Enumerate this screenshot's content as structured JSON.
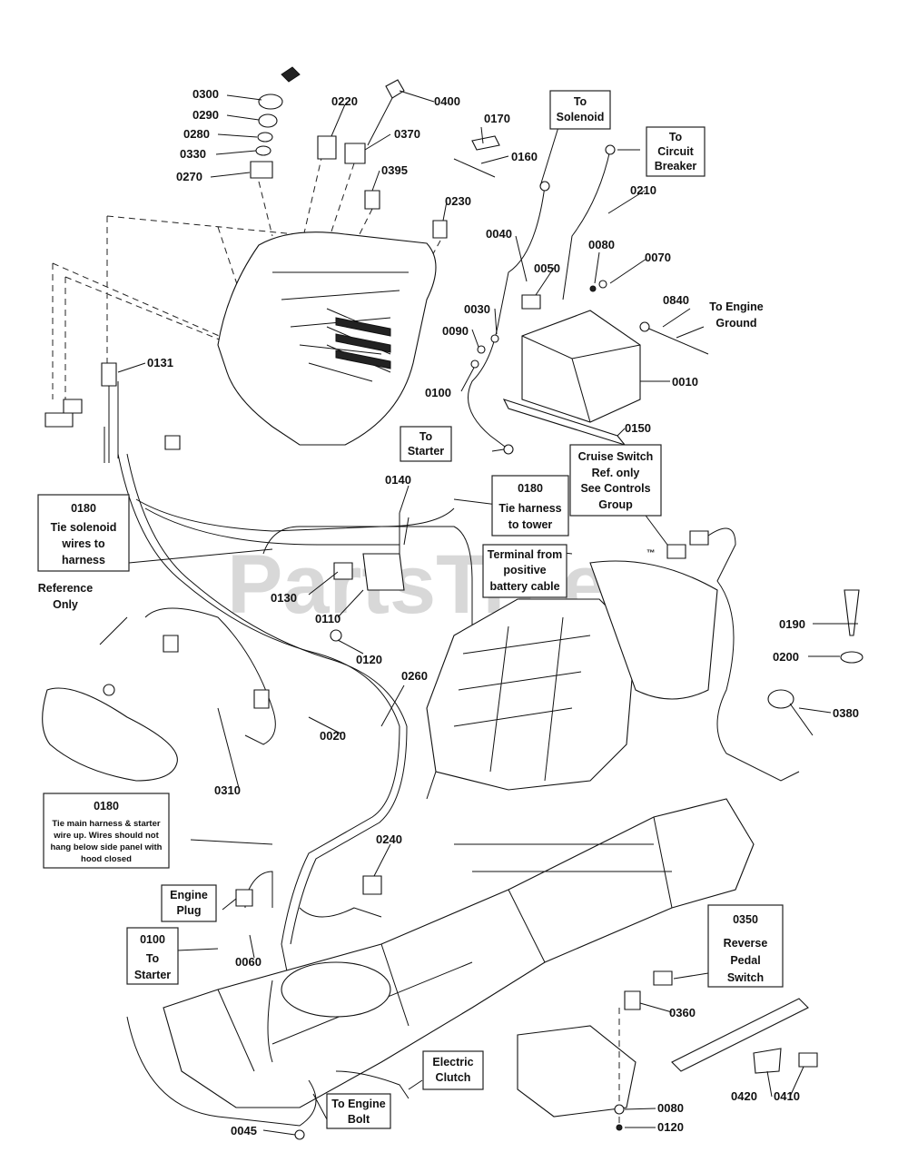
{
  "watermark": "PartsTree",
  "trademark": "™",
  "part_labels": {
    "p0300": "0300",
    "p0290": "0290",
    "p0280": "0280",
    "p0330": "0330",
    "p0270": "0270",
    "p0220": "0220",
    "p0400": "0400",
    "p0370": "0370",
    "p0395": "0395",
    "p0170": "0170",
    "p0160": "0160",
    "p0230": "0230",
    "p0040": "0040",
    "p0210": "0210",
    "p0050": "0050",
    "p0080a": "0080",
    "p0070": "0070",
    "p0030": "0030",
    "p0090": "0090",
    "p0840": "0840",
    "p0100a": "0100",
    "p0010": "0010",
    "p0150": "0150",
    "p0131": "0131",
    "p0140": "0140",
    "p0130": "0130",
    "p0110": "0110",
    "p0120a": "0120",
    "p0260": "0260",
    "p0020": "0020",
    "p0310": "0310",
    "p0190": "0190",
    "p0200": "0200",
    "p0380": "0380",
    "p0240": "0240",
    "p0060": "0060",
    "p0360": "0360",
    "p0420": "0420",
    "p0410": "0410",
    "p0080b": "0080",
    "p0120b": "0120",
    "p0045": "0045"
  },
  "callouts": {
    "to_solenoid": [
      "To",
      "Solenoid"
    ],
    "to_circuit_breaker": [
      "To",
      "Circuit",
      "Breaker"
    ],
    "to_engine_ground": [
      "To Engine",
      "Ground"
    ],
    "to_starter_top": [
      "To",
      "Starter"
    ],
    "tie_harness_tower": [
      "0180",
      "Tie harness",
      "to tower"
    ],
    "cruise_switch": [
      "Cruise Switch",
      "Ref. only",
      "See Controls",
      "Group"
    ],
    "tie_solenoid": [
      "0180",
      "Tie solenoid",
      "wires to",
      "harness"
    ],
    "terminal_positive": [
      "Terminal from",
      "positive",
      "battery cable"
    ],
    "reference_only": [
      "Reference",
      "Only"
    ],
    "tie_main_harness": [
      "0180",
      "Tie main harness & starter",
      "wire up. Wires should not",
      "hang below side panel with",
      "hood closed"
    ],
    "engine_plug": [
      "Engine",
      "Plug"
    ],
    "to_starter_bottom": [
      "0100",
      "To",
      "Starter"
    ],
    "reverse_pedal": [
      "0350",
      "Reverse",
      "Pedal",
      "Switch"
    ],
    "electric_clutch": [
      "Electric",
      "Clutch"
    ],
    "to_engine_bolt": [
      "To Engine",
      "Bolt"
    ]
  }
}
